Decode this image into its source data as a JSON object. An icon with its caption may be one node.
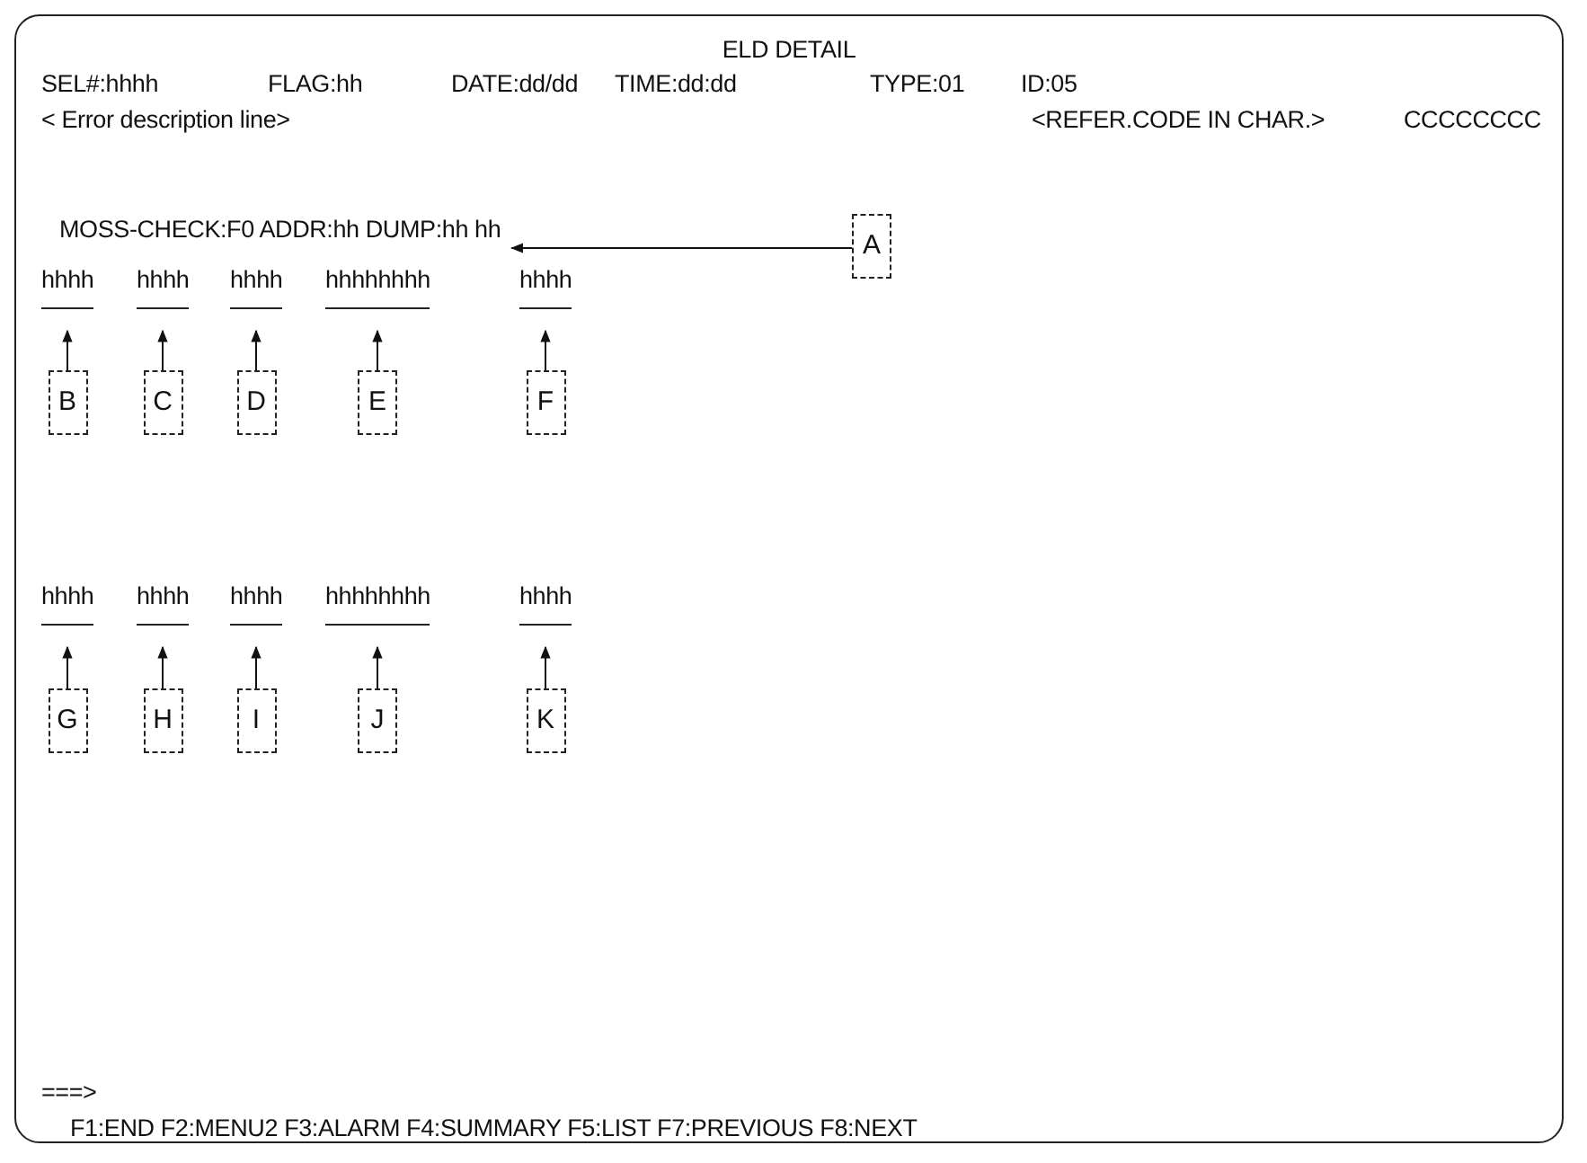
{
  "diagram": {
    "title": "ELD DETAIL",
    "nodes": [
      {
        "text": [
          "MOSS-CHECK:F0 ADDR:hh DUMP:hh hh"
        ]
      },
      {
        "text": [
          "A"
        ]
      },
      {
        "text": [
          "hhhh"
        ]
      },
      {
        "text": [
          "hhhh"
        ]
      },
      {
        "text": [
          "hhhh"
        ]
      },
      {
        "text": [
          "hhhhhhhh"
        ]
      },
      {
        "text": [
          "hhhh"
        ]
      },
      {
        "text": [
          "B"
        ]
      },
      {
        "text": [
          "C"
        ]
      },
      {
        "text": [
          "D"
        ]
      },
      {
        "text": [
          "E"
        ]
      },
      {
        "text": [
          "F"
        ]
      },
      {
        "text": [
          "hhhh"
        ]
      },
      {
        "text": [
          "hhhh"
        ]
      },
      {
        "text": [
          "hhhh"
        ]
      },
      {
        "text": [
          "hhhhhhhh"
        ]
      },
      {
        "text": [
          "hhhh"
        ]
      },
      {
        "text": [
          "G"
        ]
      },
      {
        "text": [
          "H"
        ]
      },
      {
        "text": [
          "I"
        ]
      },
      {
        "text": [
          "J"
        ]
      },
      {
        "text": [
          "K"
        ]
      }
    ],
    "edges": [
      {
        "from": 1,
        "to": 0,
        "arrow": "to"
      },
      {
        "from": 7,
        "to": 2,
        "arrow": "to"
      },
      {
        "from": 8,
        "to": 3,
        "arrow": "to"
      },
      {
        "from": 9,
        "to": 4,
        "arrow": "to"
      },
      {
        "from": 10,
        "to": 5,
        "arrow": "to"
      },
      {
        "from": 11,
        "to": 6,
        "arrow": "to"
      },
      {
        "from": 17,
        "to": 12,
        "arrow": "to"
      },
      {
        "from": 18,
        "to": 13,
        "arrow": "to"
      },
      {
        "from": 19,
        "to": 14,
        "arrow": "to"
      },
      {
        "from": 20,
        "to": 15,
        "arrow": "to"
      },
      {
        "from": 21,
        "to": 16,
        "arrow": "to"
      }
    ],
    "labels": [
      "SEL#:hhhh",
      "FLAG:hh",
      "DATE:dd/dd",
      "TIME:dd:dd",
      "TYPE:01",
      "ID:05",
      "< Error description line>",
      "<REFER.CODE IN CHAR.>",
      "CCCCCCCC",
      "===>",
      "F1:END F2:MENU2 F3:ALARM F4:SUMMARY F5:LIST F7:PREVIOUS F8:NEXT"
    ]
  }
}
